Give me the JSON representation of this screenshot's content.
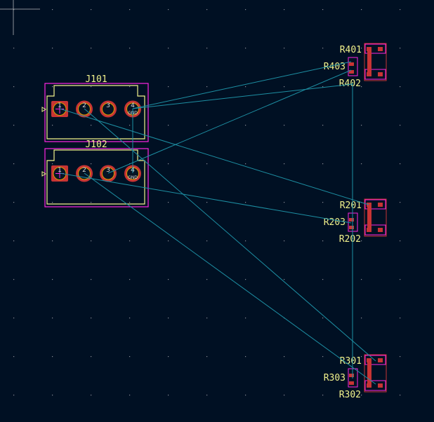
{
  "view": "pcb-editor-canvas",
  "colors": {
    "background": "#001023",
    "grid": "#8a8f99",
    "courtyard": "#ff26e2",
    "silkscreen": "#f2f28c",
    "pad": "#c83434",
    "ratsnest": "#1d8fa3",
    "drill": "#061424"
  },
  "footprints": {
    "J101": {
      "ref": "J101",
      "pads": [
        "1",
        "2",
        "3",
        "4"
      ],
      "net4": "GND"
    },
    "J102": {
      "ref": "J102",
      "pads": [
        "1",
        "2",
        "3",
        "4"
      ],
      "net4": "GND"
    },
    "R401": {
      "ref": "R401"
    },
    "R402": {
      "ref": "R402"
    },
    "R403": {
      "ref": "R403"
    },
    "R201": {
      "ref": "R201"
    },
    "R202": {
      "ref": "R202"
    },
    "R203": {
      "ref": "R203"
    },
    "R301": {
      "ref": "R301"
    },
    "R302": {
      "ref": "R302"
    },
    "R303": {
      "ref": "R303"
    }
  }
}
